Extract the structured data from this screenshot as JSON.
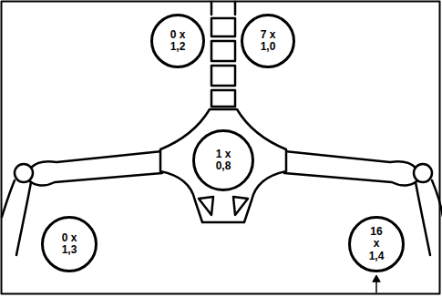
{
  "diagram": {
    "nodes": [
      {
        "text": [
          "0 x 1,2"
        ]
      },
      {
        "text": [
          "7 x 1,0"
        ]
      },
      {
        "text": [
          "1 x 0,8"
        ]
      },
      {
        "text": [
          "0 x 1,3"
        ]
      },
      {
        "text": [
          "16 x 1,4"
        ]
      }
    ]
  }
}
